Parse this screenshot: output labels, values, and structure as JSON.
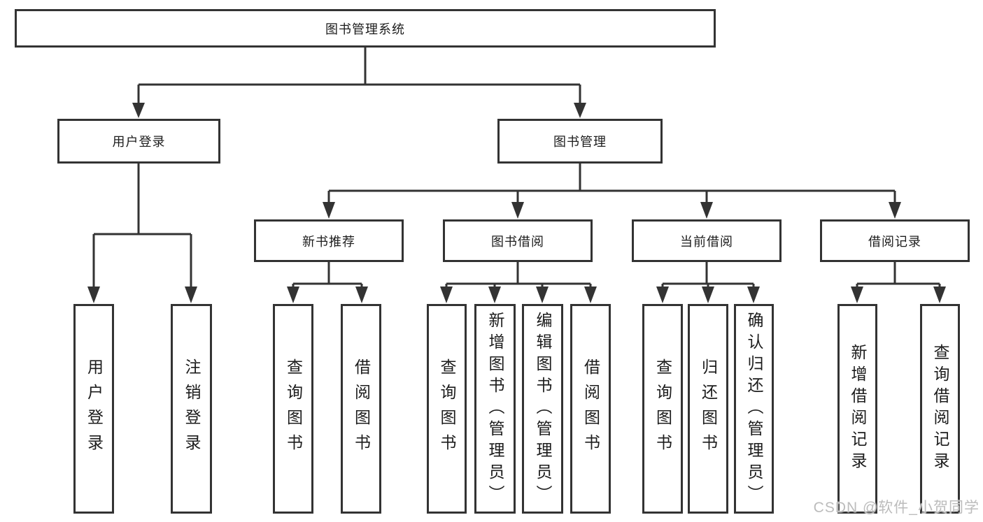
{
  "colors": {
    "line": "#333333",
    "text": "#1c1c1c",
    "background": "#ffffff",
    "watermark": "#bcbcbc"
  },
  "watermark": "CSDN @软件_小贺同学",
  "diagram": {
    "root": {
      "label": "图书管理系统",
      "children": [
        {
          "label": "用户登录",
          "children": [
            {
              "label": "用户登录"
            },
            {
              "label": "注销登录"
            }
          ]
        },
        {
          "label": "图书管理",
          "children": [
            {
              "label": "新书推荐",
              "children": [
                {
                  "label": "查询图书"
                },
                {
                  "label": "借阅图书"
                }
              ]
            },
            {
              "label": "图书借阅",
              "children": [
                {
                  "label": "查询图书"
                },
                {
                  "label": "新增图书（管理员）"
                },
                {
                  "label": "编辑图书（管理员）"
                },
                {
                  "label": "借阅图书"
                }
              ]
            },
            {
              "label": "当前借阅",
              "children": [
                {
                  "label": "查询图书"
                },
                {
                  "label": "归还图书"
                },
                {
                  "label": "确认归还（管理员）"
                }
              ]
            },
            {
              "label": "借阅记录",
              "children": [
                {
                  "label": "新增借阅记录"
                },
                {
                  "label": "查询借阅记录"
                }
              ]
            }
          ]
        }
      ]
    }
  }
}
